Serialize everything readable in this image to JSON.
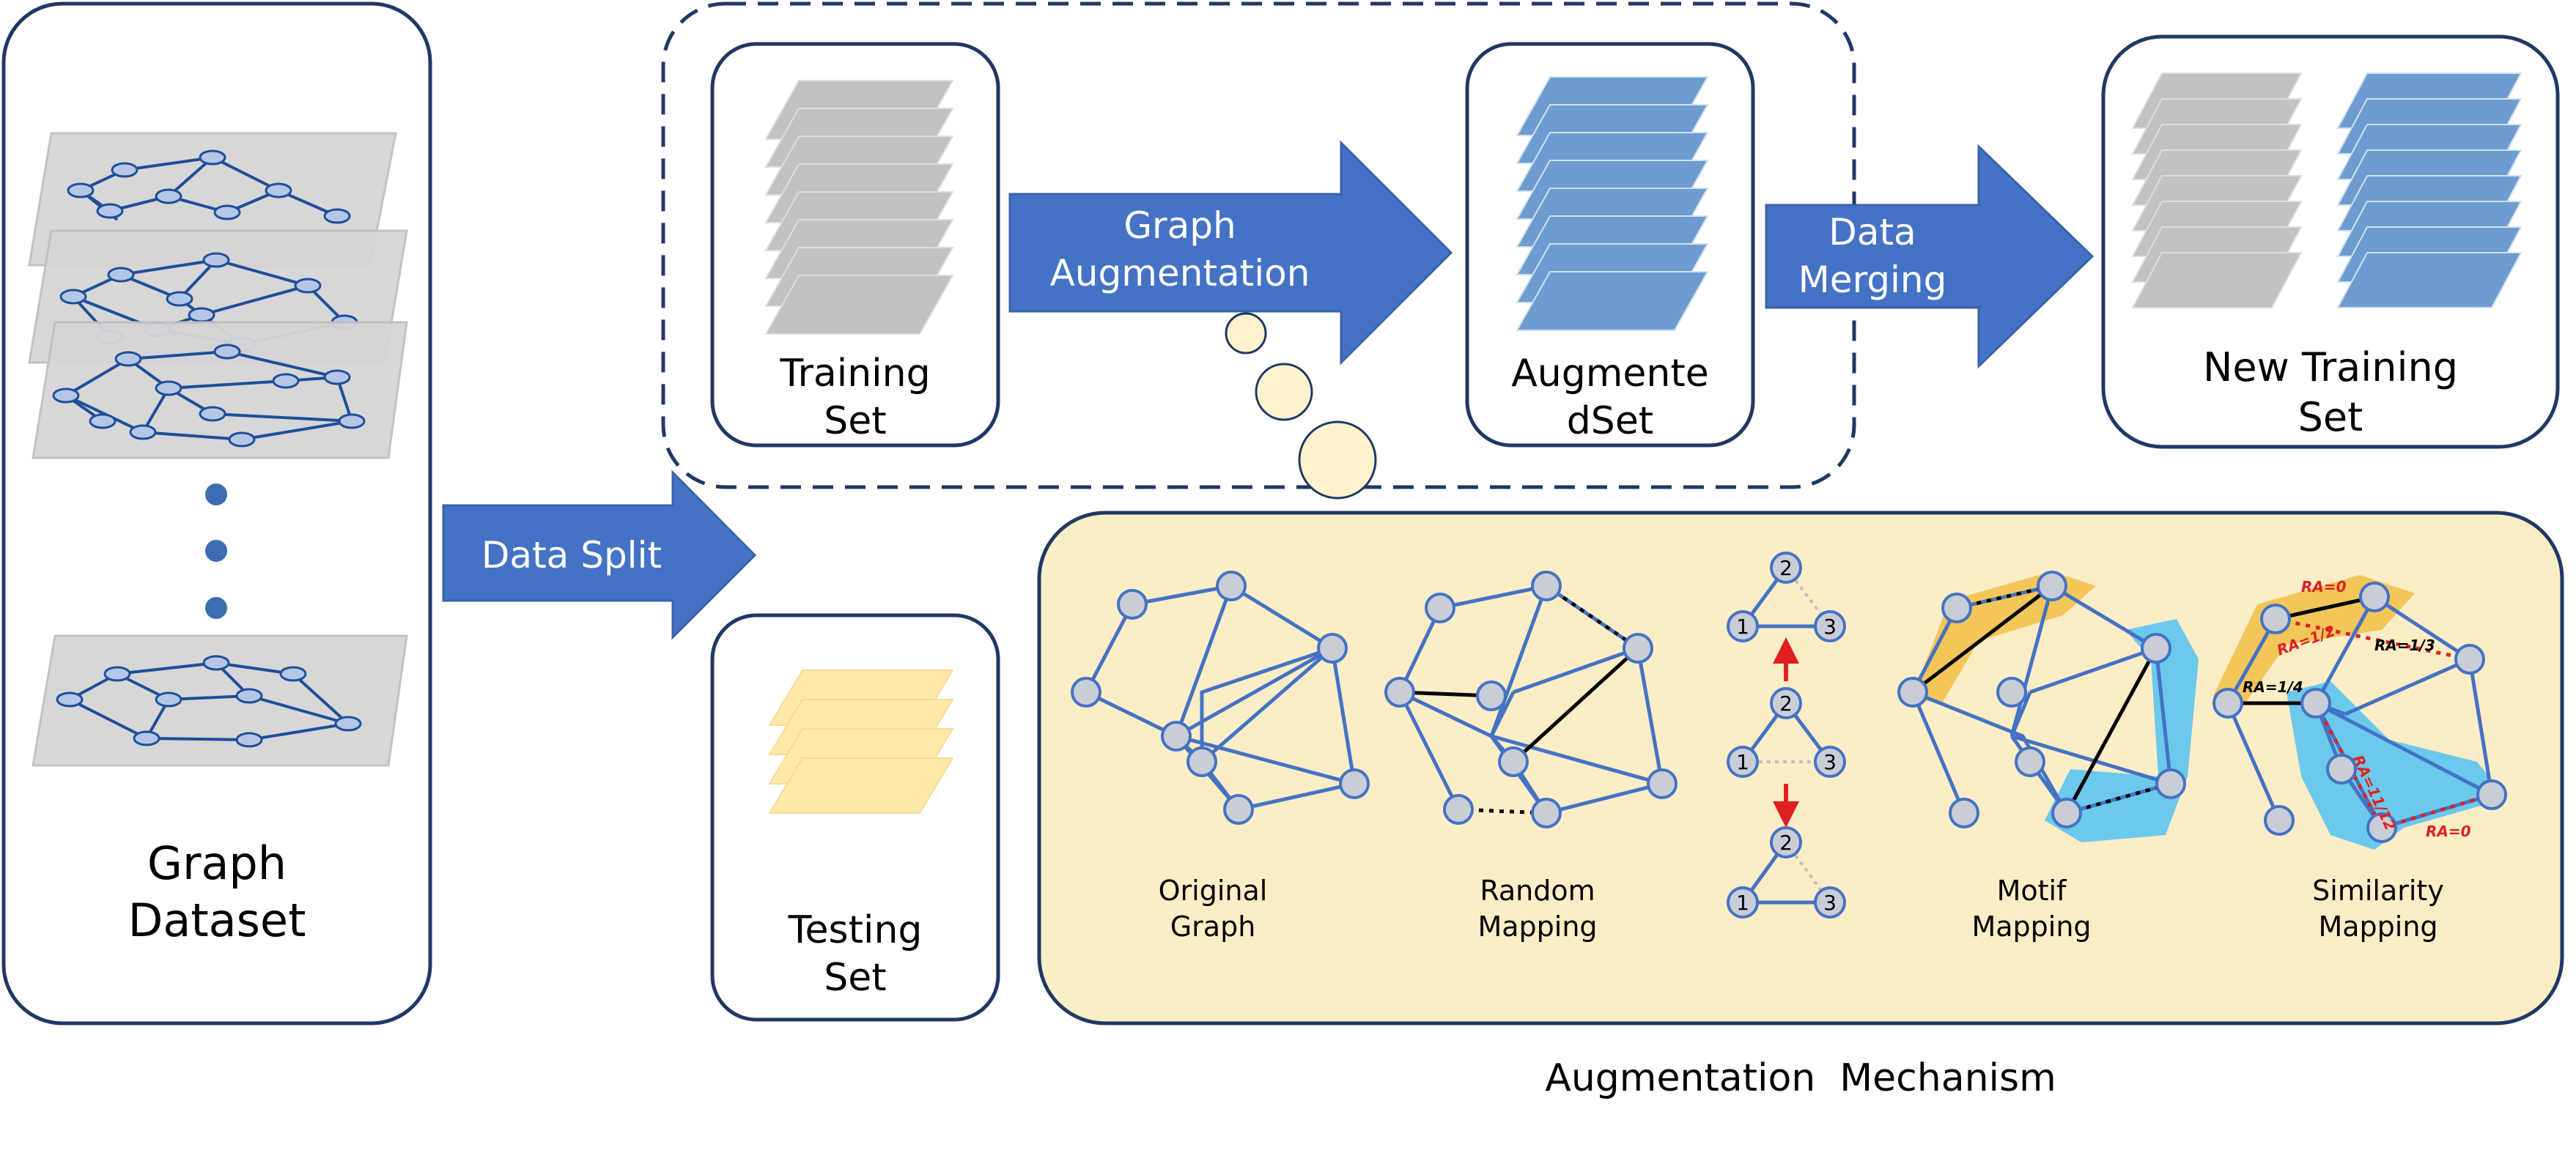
{
  "graph_dataset": {
    "line1": "Graph",
    "line2": "Dataset"
  },
  "training_set": {
    "line1": "Training",
    "line2": "Set"
  },
  "augmented_set": {
    "line1": "Augmente",
    "line2": "dSet"
  },
  "new_training_set": {
    "line1": "New Training",
    "line2": "Set"
  },
  "testing_set": {
    "line1": "Testing",
    "line2": "Set"
  },
  "arrows": {
    "graph_augmentation": {
      "line1": "Graph",
      "line2": "Augmentation"
    },
    "data_merging": {
      "line1": "Data",
      "line2": "Merging"
    },
    "data_split": "Data Split"
  },
  "mechanism": {
    "title": "Augmentation  Mechanism",
    "panels": [
      {
        "line1": "Original",
        "line2": "Graph"
      },
      {
        "line1": "Random",
        "line2": "Mapping"
      },
      {
        "line1": "Motif",
        "line2": "Mapping"
      },
      {
        "line1": "Similarity",
        "line2": "Mapping"
      }
    ],
    "motif_node_labels": [
      "1",
      "2",
      "3"
    ],
    "ra_labels": [
      "RA=0",
      "RA=1/2",
      "RA=1/3",
      "RA=1/4",
      "RA=11/12",
      "RA=0"
    ]
  },
  "colors": {
    "accent_blue": "#4472C4",
    "node_fill": "#C9CDD6",
    "panel_fill": "#FBEDC6",
    "motif_highlight_yellow": "#F2C14E",
    "motif_highlight_blue": "#5BC4F0",
    "red_arrow": "#E02020"
  }
}
